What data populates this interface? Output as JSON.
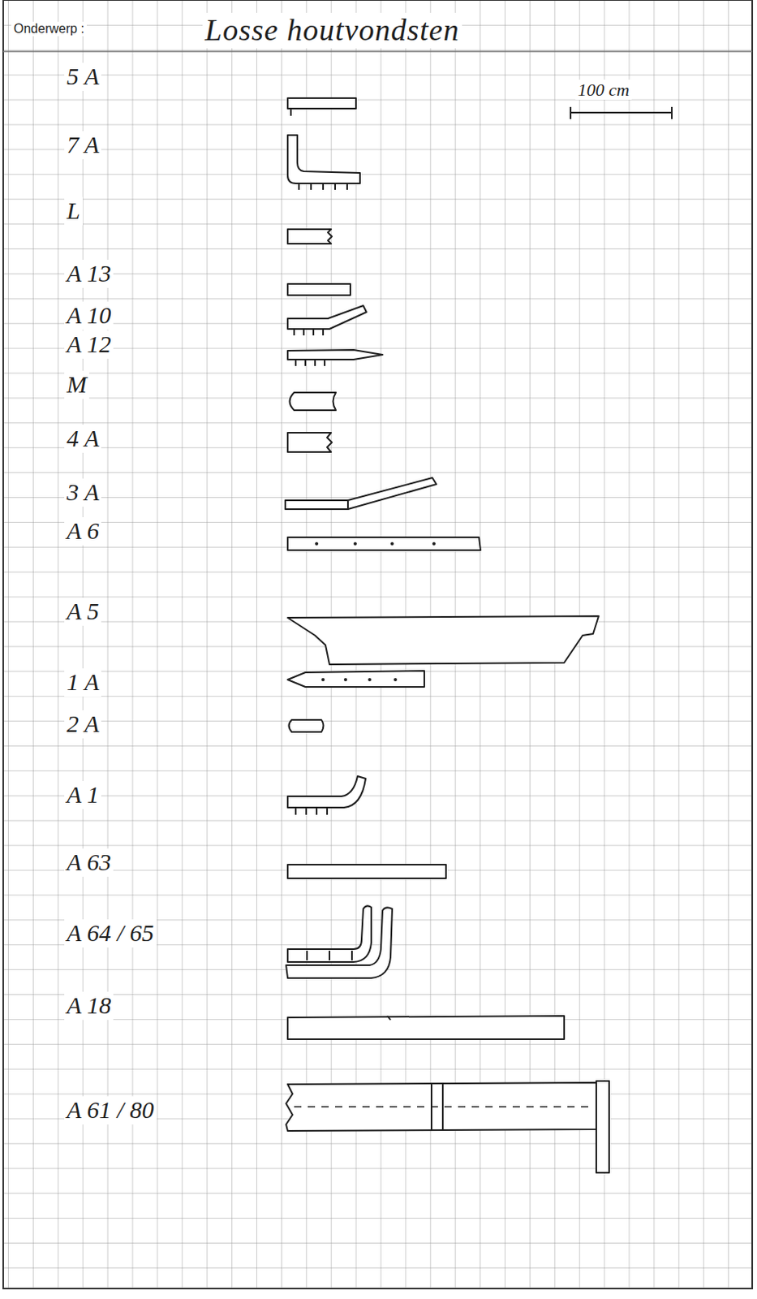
{
  "diagram": {
    "title": "Losse houtvondsten",
    "labels": [
      "Onderwerp :",
      "100 cm",
      "5 A",
      "7 A",
      "L",
      "A 13",
      "A 10",
      "A 12",
      "M",
      "4 A",
      "3 A",
      "A 6",
      "A 5",
      "1 A",
      "2 A",
      "A 1",
      "A 63",
      "A 64 / 65",
      "A 18",
      "A 61 / 80"
    ]
  }
}
